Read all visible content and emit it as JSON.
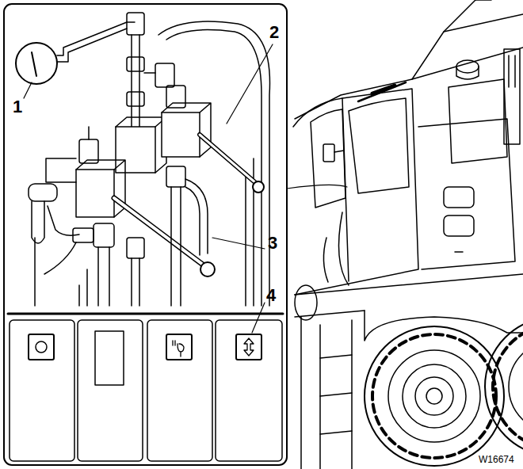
{
  "diagram": {
    "labels": [
      "1",
      "2",
      "3",
      "4",
      "W16674"
    ]
  }
}
